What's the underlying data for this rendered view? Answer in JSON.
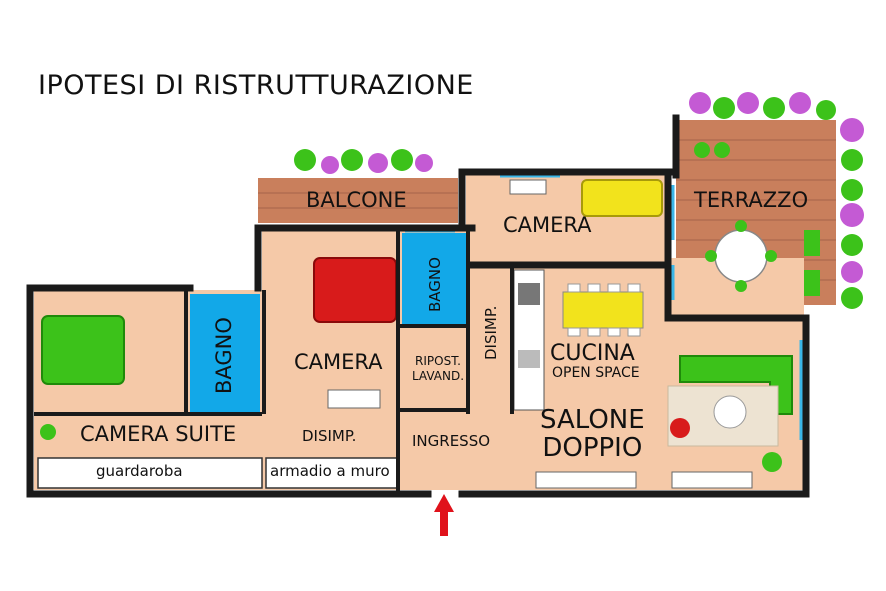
{
  "title": "IPOTESI DI RISTRUTTURAZIONE",
  "rooms": {
    "balcone": "BALCONE",
    "camera_top": "CAMERA",
    "terrazzo": "TERRAZZO",
    "bagno_small": "BAGNO",
    "camera_mid": "CAMERA",
    "disimp_vertical": "DISIMP.",
    "bagno_left": "BAGNO",
    "ripost_line1": "RIPOST.",
    "ripost_line2": "LAVAND.",
    "cucina": "CUCINA",
    "cucina_sub": "OPEN SPACE",
    "camera_suite": "CAMERA SUITE",
    "disimp_bottom": "DISIMP.",
    "ingresso": "INGRESSO",
    "salone_line1": "SALONE",
    "salone_line2": "DOPPIO",
    "guardaroba": "guardaroba",
    "armadio": "armadio a muro"
  },
  "colors": {
    "floor": "#f5c9a8",
    "wall": "#1a1a1a",
    "wood": "#c97f5c",
    "bath": "#12a8e8",
    "bed_red": "#d81b1b",
    "bed_green": "#3cc21a",
    "bed_yellow": "#f2e31c",
    "window": "#3ab6e8",
    "entrance_arrow": "#e0121b"
  }
}
